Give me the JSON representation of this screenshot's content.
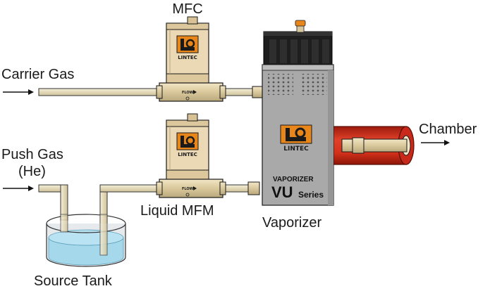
{
  "labels": {
    "mfc": "MFC",
    "carrier_gas": "Carrier Gas",
    "push_gas_line1": "Push Gas",
    "push_gas_line2": "(He)",
    "liquid_mfm": "Liquid MFM",
    "source_tank": "Source Tank",
    "vaporizer": "Vaporizer",
    "chamber": "Chamber"
  },
  "device_text": {
    "brand": "LINTEC",
    "flow_tag": "FLOW",
    "vaporizer_caption": "VAPORIZER",
    "series_big": "VU",
    "series_small": "Series"
  },
  "colors": {
    "device_body": "#ead9b4",
    "device_outline": "#1a1a1a",
    "tube": "#e6ddbf",
    "vaporizer_body": "#a9a9a9",
    "heater_red": "#d8341e",
    "liquid": "#a6d8ec",
    "logo_orange": "#e8861a"
  }
}
